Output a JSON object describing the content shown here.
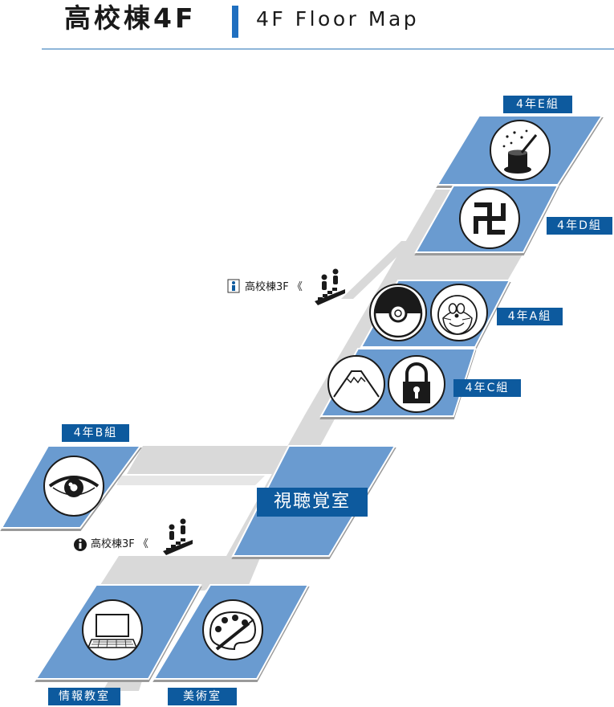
{
  "header": {
    "title_jp": "高校棟4F",
    "title_en": "4F Floor Map"
  },
  "rooms": {
    "e": "4年E組",
    "d": "4年D組",
    "a": "4年A組",
    "c": "4年C組",
    "b": "4年B組",
    "av": "視聴覚室",
    "info": "情報教室",
    "art": "美術室"
  },
  "stairs": {
    "upper": "高校棟3F",
    "lower": "高校棟3F",
    "arrow": "《"
  },
  "icons": {
    "e": "magic-hat-icon",
    "d": "manji-icon",
    "a1": "pokeball-icon",
    "a2": "robot-cat-icon",
    "c1": "mount-fuji-icon",
    "c2": "padlock-icon",
    "b": "eye-icon",
    "info": "laptop-icon",
    "art": "palette-icon"
  },
  "colors": {
    "room": "#6b9bd0",
    "corridor": "#d9d9d9",
    "label": "#0d5a9e",
    "accent": "#1f6fc0"
  }
}
